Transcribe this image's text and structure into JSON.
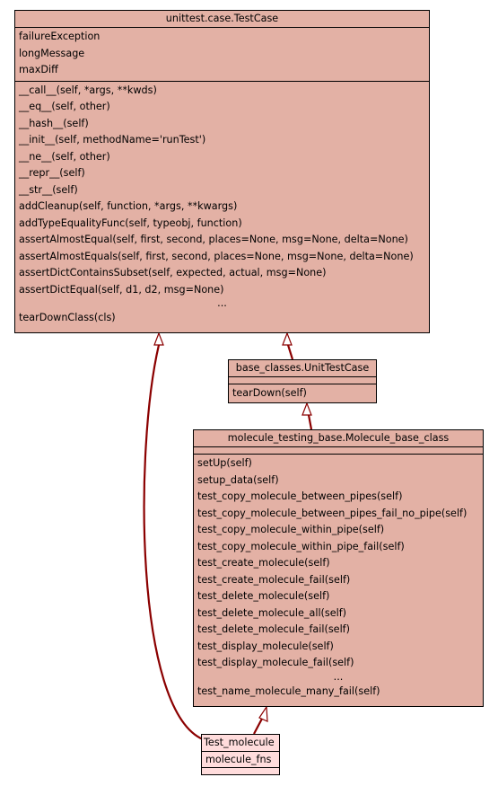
{
  "testcase": {
    "title": "unittest.case.TestCase",
    "attributes": [
      "failureException",
      "longMessage",
      "maxDiff"
    ],
    "methods": [
      "__call__(self, *args, **kwds)",
      "__eq__(self, other)",
      "__hash__(self)",
      "__init__(self, methodName='runTest')",
      "__ne__(self, other)",
      "__repr__(self)",
      "__str__(self)",
      "addCleanup(self, function, *args, **kwargs)",
      "addTypeEqualityFunc(self, typeobj, function)",
      "assertAlmostEqual(self, first, second, places=None, msg=None, delta=None)",
      "assertAlmostEquals(self, first, second, places=None, msg=None, delta=None)",
      "assertDictContainsSubset(self, expected, actual, msg=None)",
      "assertDictEqual(self, d1, d2, msg=None)"
    ],
    "ellipsis": "...",
    "last_method": "tearDownClass(cls)"
  },
  "unittestcase": {
    "title": "base_classes.UnitTestCase",
    "methods": [
      "tearDown(self)"
    ]
  },
  "molecule_base": {
    "title": "molecule_testing_base.Molecule_base_class",
    "methods": [
      "setUp(self)",
      "setup_data(self)",
      "test_copy_molecule_between_pipes(self)",
      "test_copy_molecule_between_pipes_fail_no_pipe(self)",
      "test_copy_molecule_within_pipe(self)",
      "test_copy_molecule_within_pipe_fail(self)",
      "test_create_molecule(self)",
      "test_create_molecule_fail(self)",
      "test_delete_molecule(self)",
      "test_delete_molecule_all(self)",
      "test_delete_molecule_fail(self)",
      "test_display_molecule(self)",
      "test_display_molecule_fail(self)"
    ],
    "ellipsis": "...",
    "last_method": "test_name_molecule_many_fail(self)"
  },
  "test_molecule": {
    "title": "Test_molecule",
    "attributes": [
      "molecule_fns"
    ]
  },
  "colors": {
    "box_fill": "#e3b1a5",
    "highlight_fill": "#ffdcdc",
    "edge": "#8b0000"
  }
}
